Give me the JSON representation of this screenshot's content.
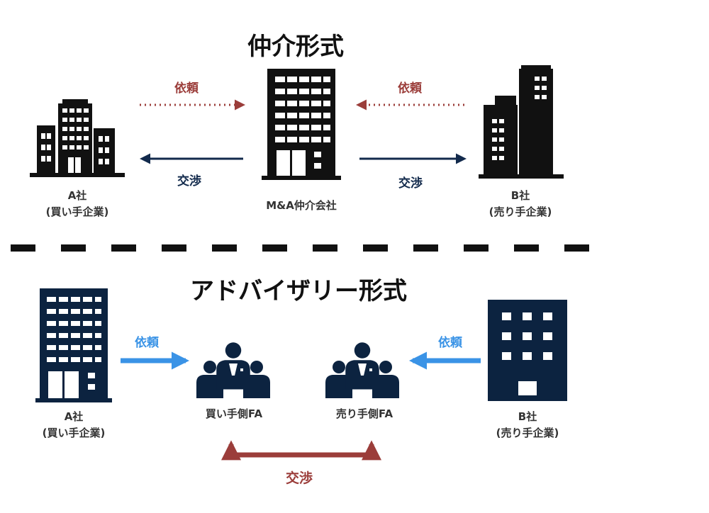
{
  "colors": {
    "navy": "#0c2340",
    "black": "#111111",
    "red": "#9b3d3a",
    "blue": "#3a93e6",
    "arrow_navy": "#122a4c"
  },
  "top": {
    "title": "仲介形式",
    "request_left": "依頼",
    "request_right": "依頼",
    "negotiate_left": "交渉",
    "negotiate_right": "交渉",
    "company_a": {
      "name": "A社",
      "role": "(買い手企業)"
    },
    "intermediary": {
      "name": "M&A仲介会社"
    },
    "company_b": {
      "name": "B社",
      "role": "(売り手企業)"
    }
  },
  "bottom": {
    "title": "アドバイザリー形式",
    "request_left": "依頼",
    "request_right": "依頼",
    "negotiate": "交渉",
    "company_a": {
      "name": "A社",
      "role": "(買い手企業)"
    },
    "buyer_fa": {
      "name": "買い手側FA"
    },
    "seller_fa": {
      "name": "売り手側FA"
    },
    "company_b": {
      "name": "B社",
      "role": "(売り手企業)"
    }
  },
  "icons": {
    "company_a_top": "office-building-icon",
    "intermediary": "office-tower-icon",
    "company_b_top": "office-buildings-icon",
    "company_a_bottom": "office-tower-icon",
    "buyer_fa": "business-people-group-icon",
    "seller_fa": "business-people-group-icon",
    "company_b_bottom": "office-building-icon"
  }
}
